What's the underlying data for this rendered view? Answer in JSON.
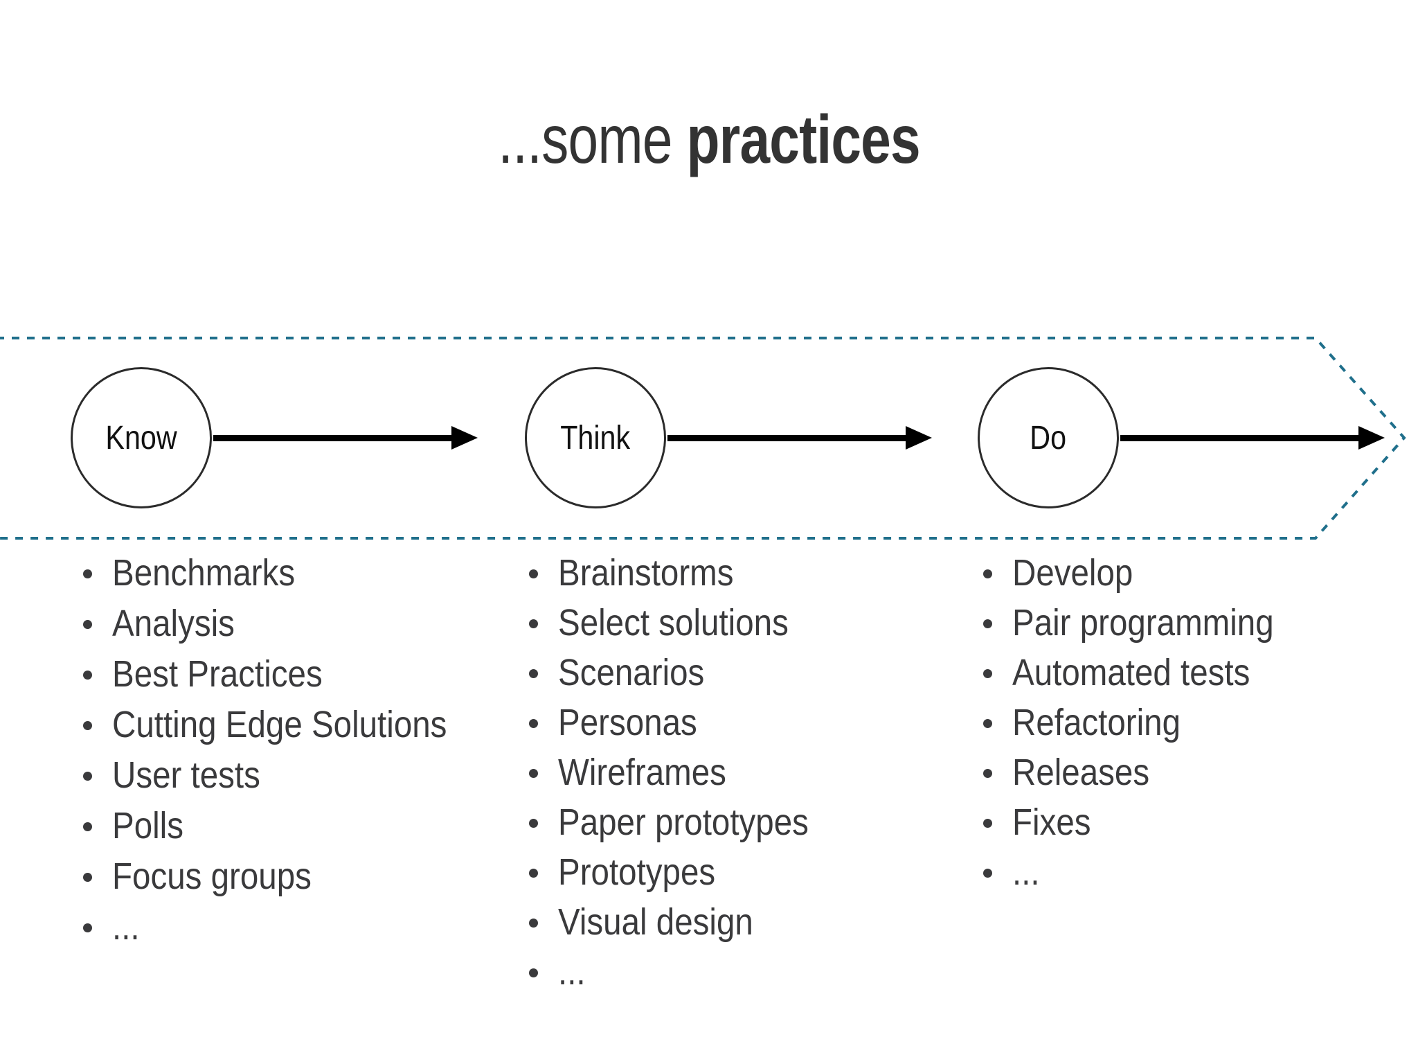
{
  "slide": {
    "title_light": "...some ",
    "title_bold": "practices",
    "title_full": "...some practices"
  },
  "colors": {
    "title": "#333333",
    "banner_border": "#1f6f8b",
    "circle_stroke": "#2b2b2b",
    "arrow": "#000000",
    "body_text": "#3a3a3c",
    "background": "#ffffff"
  },
  "flow": {
    "stages": [
      {
        "label": "Know"
      },
      {
        "label": "Think"
      },
      {
        "label": "Do"
      }
    ],
    "arrows": [
      {
        "name": "know-to-think"
      },
      {
        "name": "think-to-do"
      },
      {
        "name": "do-to-end"
      }
    ]
  },
  "columns": [
    {
      "stage": "Know",
      "items": [
        "Benchmarks",
        "Analysis",
        "Best Practices",
        "Cutting Edge Solutions",
        "User tests",
        "Polls",
        "Focus groups",
        "..."
      ]
    },
    {
      "stage": "Think",
      "items": [
        "Brainstorms",
        "Select solutions",
        "Scenarios",
        "Personas",
        "Wireframes",
        "Paper prototypes",
        "Prototypes",
        "Visual design",
        "..."
      ]
    },
    {
      "stage": "Do",
      "items": [
        "Develop",
        "Pair programming",
        "Automated tests",
        "Refactoring",
        "Releases",
        "Fixes",
        "..."
      ]
    }
  ]
}
